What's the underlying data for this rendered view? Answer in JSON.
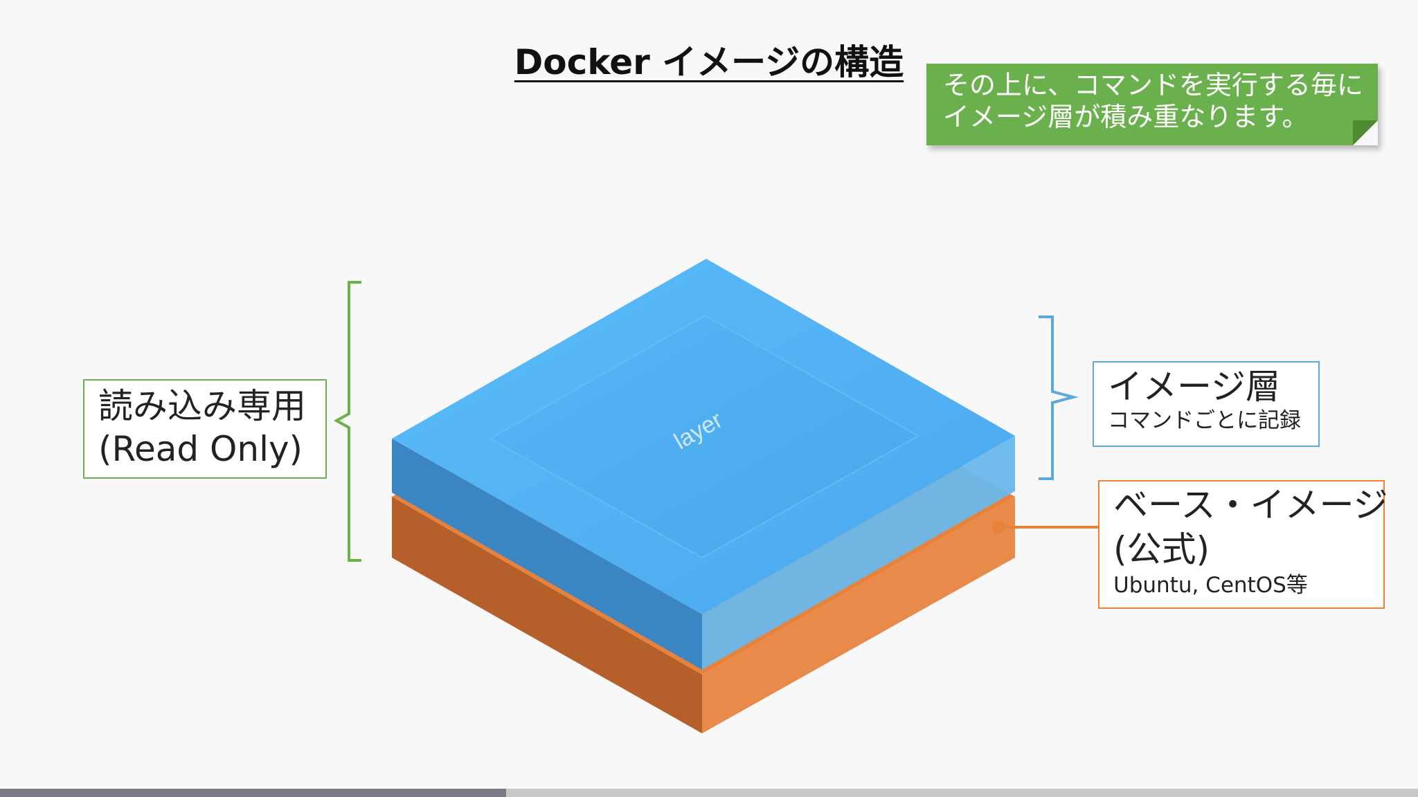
{
  "title": "Docker イメージの構造",
  "note": {
    "line1": "その上に、コマンドを実行する毎に",
    "line2": "イメージ層が積み重なります。"
  },
  "read_only_box": {
    "line1": "読み込み専用",
    "line2": "(Read Only)"
  },
  "image_layer_box": {
    "title": "イメージ層",
    "subtitle": "コマンドごとに記録"
  },
  "base_image_box": {
    "line1": "ベース・イメージ",
    "line2": "(公式)",
    "subtitle": "Ubuntu, CentOS等"
  },
  "layer_label": "layer",
  "colors": {
    "layer_blue": "#52b4f5",
    "base_orange": "#e8823a",
    "bracket_green": "#6ab04c",
    "bracket_blue": "#5aa8de",
    "note_green": "#6ab04c"
  },
  "progress": {
    "fraction": 0.357
  }
}
